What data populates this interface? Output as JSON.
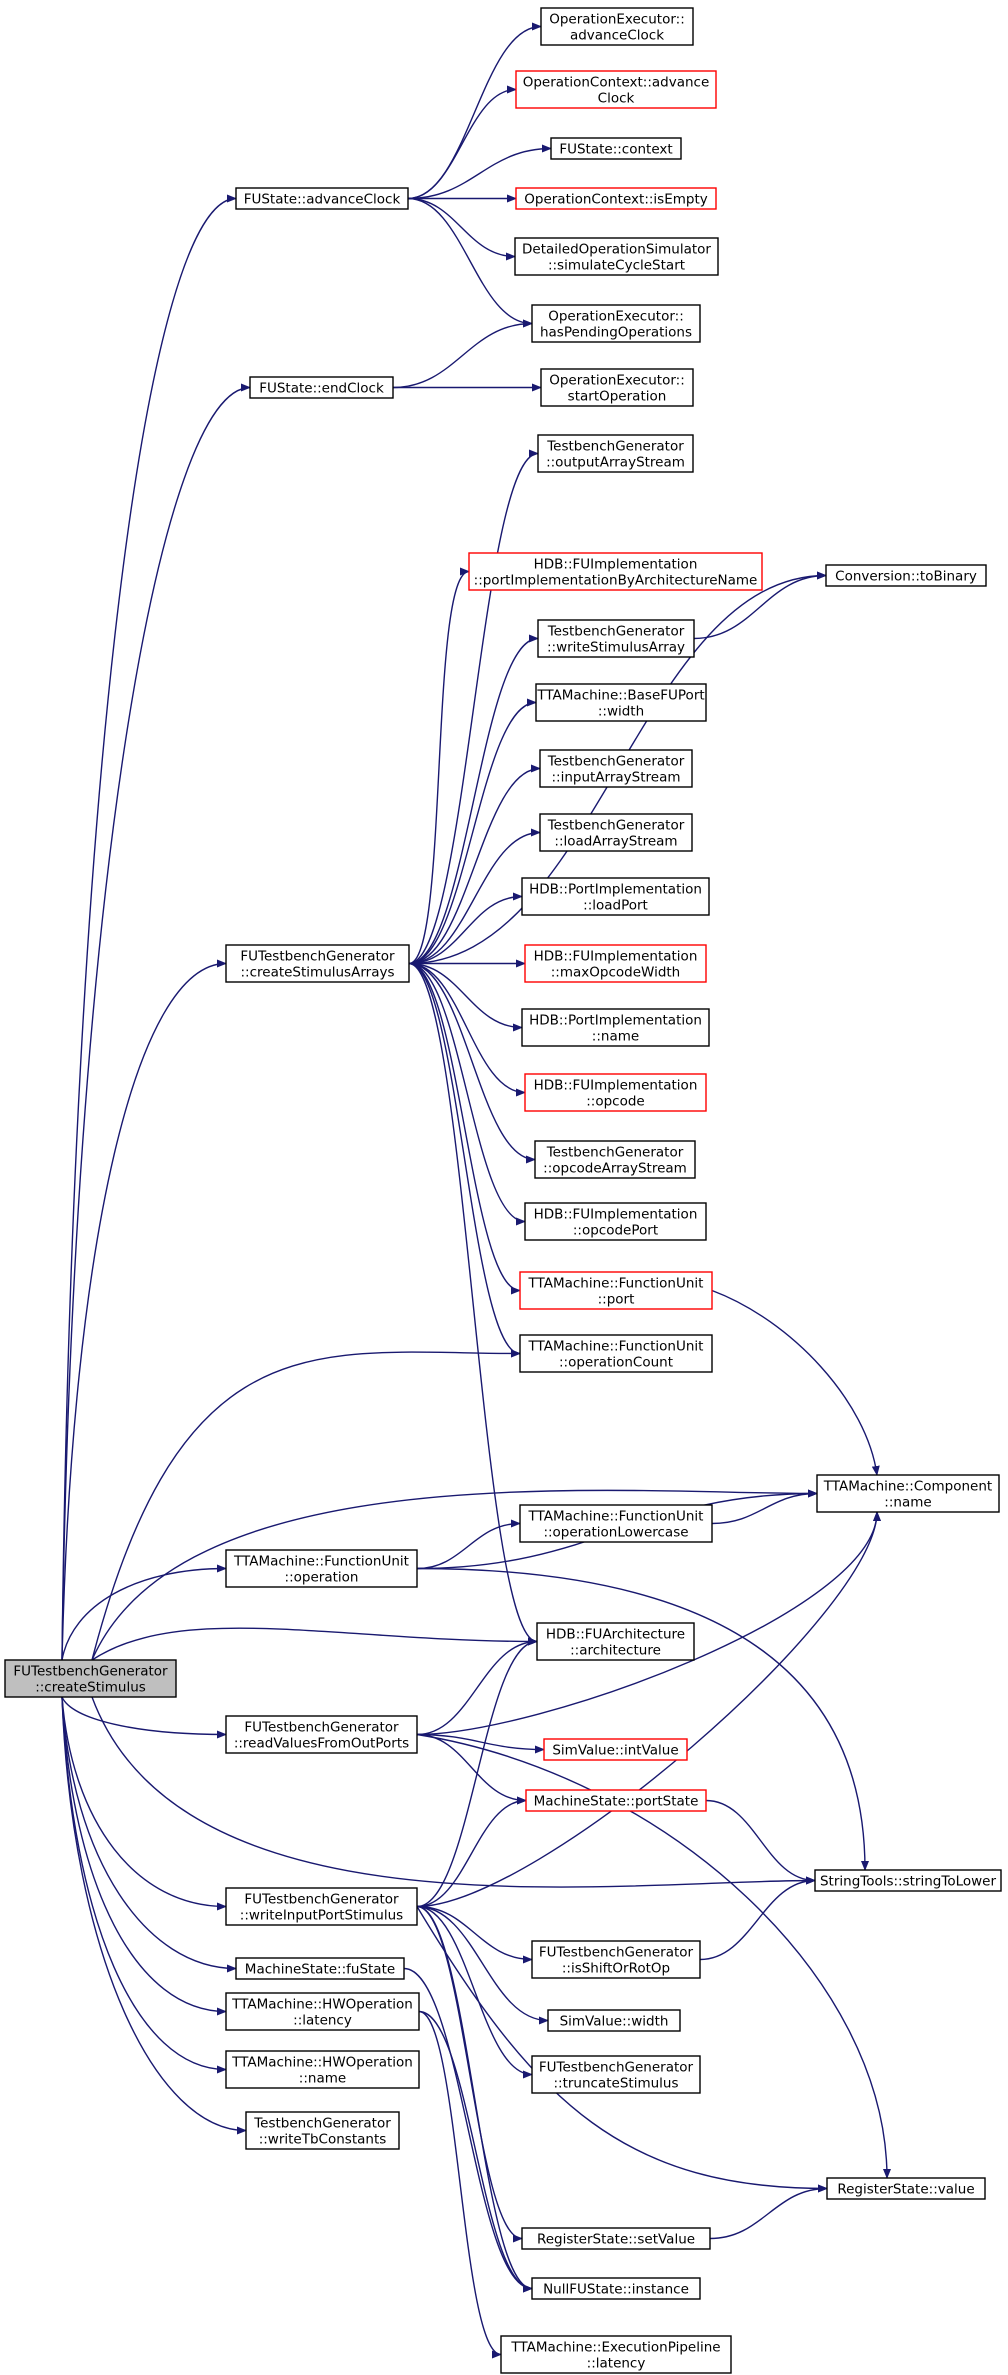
{
  "colors": {
    "edge": "#191970",
    "node_border": "#000000",
    "node_border_incomplete": "#ff0000",
    "root_fill": "#bfbfbf",
    "node_fill": "#ffffff"
  },
  "nodes": [
    {
      "id": "root",
      "lines": [
        "FUTestbenchGenerator",
        "::createStimulus"
      ],
      "style": "root"
    },
    {
      "id": "adv",
      "lines": [
        "FUState::advanceClock"
      ],
      "style": "normal"
    },
    {
      "id": "end",
      "lines": [
        "FUState::endClock"
      ],
      "style": "normal"
    },
    {
      "id": "csa",
      "lines": [
        "FUTestbenchGenerator",
        "::createStimulusArrays"
      ],
      "style": "normal"
    },
    {
      "id": "fuop",
      "lines": [
        "TTAMachine::FunctionUnit",
        "::operation"
      ],
      "style": "normal"
    },
    {
      "id": "rvop",
      "lines": [
        "FUTestbenchGenerator",
        "::readValuesFromOutPorts"
      ],
      "style": "normal"
    },
    {
      "id": "wips",
      "lines": [
        "FUTestbenchGenerator",
        "::writeInputPortStimulus"
      ],
      "style": "normal"
    },
    {
      "id": "msfu",
      "lines": [
        "MachineState::fuState"
      ],
      "style": "normal"
    },
    {
      "id": "hwlat",
      "lines": [
        "TTAMachine::HWOperation",
        "::latency"
      ],
      "style": "normal"
    },
    {
      "id": "hwname",
      "lines": [
        "TTAMachine::HWOperation",
        "::name"
      ],
      "style": "normal"
    },
    {
      "id": "wtbc",
      "lines": [
        "TestbenchGenerator",
        "::writeTbConstants"
      ],
      "style": "normal"
    },
    {
      "id": "oeadv",
      "lines": [
        "OperationExecutor::",
        "advanceClock"
      ],
      "style": "normal"
    },
    {
      "id": "ocadv",
      "lines": [
        "OperationContext::advance",
        "Clock"
      ],
      "style": "incomplete"
    },
    {
      "id": "fusctx",
      "lines": [
        "FUState::context"
      ],
      "style": "normal"
    },
    {
      "id": "ocempty",
      "lines": [
        "OperationContext::isEmpty"
      ],
      "style": "incomplete"
    },
    {
      "id": "dos",
      "lines": [
        "DetailedOperationSimulator",
        "::simulateCycleStart"
      ],
      "style": "normal"
    },
    {
      "id": "oehas",
      "lines": [
        "OperationExecutor::",
        "hasPendingOperations"
      ],
      "style": "normal"
    },
    {
      "id": "oestart",
      "lines": [
        "OperationExecutor::",
        "startOperation"
      ],
      "style": "normal"
    },
    {
      "id": "tgout",
      "lines": [
        "TestbenchGenerator",
        "::outputArrayStream"
      ],
      "style": "normal"
    },
    {
      "id": "hdbpi",
      "lines": [
        "HDB::FUImplementation",
        "::portImplementationByArchitectureName"
      ],
      "style": "incomplete"
    },
    {
      "id": "conv",
      "lines": [
        "Conversion::toBinary"
      ],
      "style": "normal"
    },
    {
      "id": "tgwsa",
      "lines": [
        "TestbenchGenerator",
        "::writeStimulusArray"
      ],
      "style": "normal"
    },
    {
      "id": "bfuw",
      "lines": [
        "TTAMachine::BaseFUPort",
        "::width"
      ],
      "style": "normal"
    },
    {
      "id": "tgin",
      "lines": [
        "TestbenchGenerator",
        "::inputArrayStream"
      ],
      "style": "normal"
    },
    {
      "id": "tgload",
      "lines": [
        "TestbenchGenerator",
        "::loadArrayStream"
      ],
      "style": "normal"
    },
    {
      "id": "pilp",
      "lines": [
        "HDB::PortImplementation",
        "::loadPort"
      ],
      "style": "normal"
    },
    {
      "id": "fuimax",
      "lines": [
        "HDB::FUImplementation",
        "::maxOpcodeWidth"
      ],
      "style": "incomplete"
    },
    {
      "id": "piname",
      "lines": [
        "HDB::PortImplementation",
        "::name"
      ],
      "style": "normal"
    },
    {
      "id": "fuiop",
      "lines": [
        "HDB::FUImplementation",
        "::opcode"
      ],
      "style": "incomplete"
    },
    {
      "id": "tgopc",
      "lines": [
        "TestbenchGenerator",
        "::opcodeArrayStream"
      ],
      "style": "normal"
    },
    {
      "id": "fuiopp",
      "lines": [
        "HDB::FUImplementation",
        "::opcodePort"
      ],
      "style": "normal"
    },
    {
      "id": "fuport",
      "lines": [
        "TTAMachine::FunctionUnit",
        "::port"
      ],
      "style": "incomplete"
    },
    {
      "id": "fuopc",
      "lines": [
        "TTAMachine::FunctionUnit",
        "::operationCount"
      ],
      "style": "normal"
    },
    {
      "id": "compname",
      "lines": [
        "TTAMachine::Component",
        "::name"
      ],
      "style": "normal"
    },
    {
      "id": "fuoplc",
      "lines": [
        "TTAMachine::FunctionUnit",
        "::operationLowercase"
      ],
      "style": "normal"
    },
    {
      "id": "fuarch",
      "lines": [
        "HDB::FUArchitecture",
        "::architecture"
      ],
      "style": "normal"
    },
    {
      "id": "svint",
      "lines": [
        "SimValue::intValue"
      ],
      "style": "incomplete"
    },
    {
      "id": "msport",
      "lines": [
        "MachineState::portState"
      ],
      "style": "incomplete"
    },
    {
      "id": "stlow",
      "lines": [
        "StringTools::stringToLower"
      ],
      "style": "normal"
    },
    {
      "id": "isshift",
      "lines": [
        "FUTestbenchGenerator",
        "::isShiftOrRotOp"
      ],
      "style": "normal"
    },
    {
      "id": "svwidth",
      "lines": [
        "SimValue::width"
      ],
      "style": "normal"
    },
    {
      "id": "trunc",
      "lines": [
        "FUTestbenchGenerator",
        "::truncateStimulus"
      ],
      "style": "normal"
    },
    {
      "id": "rsval",
      "lines": [
        "RegisterState::value"
      ],
      "style": "normal"
    },
    {
      "id": "rsset",
      "lines": [
        "RegisterState::setValue"
      ],
      "style": "normal"
    },
    {
      "id": "nullfu",
      "lines": [
        "NullFUState::instance"
      ],
      "style": "normal"
    },
    {
      "id": "eplat",
      "lines": [
        "TTAMachine::ExecutionPipeline",
        "::latency"
      ],
      "style": "normal"
    }
  ],
  "edges": [
    [
      "root",
      "adv"
    ],
    [
      "root",
      "end"
    ],
    [
      "root",
      "csa"
    ],
    [
      "root",
      "fuopc"
    ],
    [
      "root",
      "compname"
    ],
    [
      "root",
      "fuop"
    ],
    [
      "root",
      "fuarch"
    ],
    [
      "root",
      "rvop"
    ],
    [
      "root",
      "wips"
    ],
    [
      "root",
      "stlow"
    ],
    [
      "root",
      "msfu"
    ],
    [
      "root",
      "hwlat"
    ],
    [
      "root",
      "hwname"
    ],
    [
      "root",
      "wtbc"
    ],
    [
      "adv",
      "oeadv"
    ],
    [
      "adv",
      "ocadv"
    ],
    [
      "adv",
      "fusctx"
    ],
    [
      "adv",
      "ocempty"
    ],
    [
      "adv",
      "dos"
    ],
    [
      "adv",
      "oehas"
    ],
    [
      "end",
      "oehas"
    ],
    [
      "end",
      "oestart"
    ],
    [
      "csa",
      "tgout"
    ],
    [
      "csa",
      "conv"
    ],
    [
      "csa",
      "hdbpi"
    ],
    [
      "csa",
      "tgwsa"
    ],
    [
      "csa",
      "bfuw"
    ],
    [
      "csa",
      "tgin"
    ],
    [
      "csa",
      "tgload"
    ],
    [
      "csa",
      "pilp"
    ],
    [
      "csa",
      "fuimax"
    ],
    [
      "csa",
      "piname"
    ],
    [
      "csa",
      "fuiop"
    ],
    [
      "csa",
      "tgopc"
    ],
    [
      "csa",
      "fuiopp"
    ],
    [
      "csa",
      "fuport"
    ],
    [
      "csa",
      "fuopc"
    ],
    [
      "csa",
      "fuarch"
    ],
    [
      "tgwsa",
      "conv"
    ],
    [
      "fuport",
      "compname"
    ],
    [
      "fuop",
      "compname"
    ],
    [
      "fuop",
      "fuoplc"
    ],
    [
      "fuop",
      "stlow"
    ],
    [
      "fuoplc",
      "compname"
    ],
    [
      "rvop",
      "fuarch"
    ],
    [
      "rvop",
      "compname"
    ],
    [
      "rvop",
      "svint"
    ],
    [
      "rvop",
      "msport"
    ],
    [
      "rvop",
      "rsval"
    ],
    [
      "msport",
      "stlow"
    ],
    [
      "wips",
      "fuarch"
    ],
    [
      "wips",
      "msport"
    ],
    [
      "wips",
      "compname"
    ],
    [
      "wips",
      "isshift"
    ],
    [
      "wips",
      "svwidth"
    ],
    [
      "wips",
      "trunc"
    ],
    [
      "wips",
      "rsval"
    ],
    [
      "wips",
      "rsset"
    ],
    [
      "wips",
      "nullfu"
    ],
    [
      "isshift",
      "stlow"
    ],
    [
      "rsset",
      "rsval"
    ],
    [
      "msfu",
      "nullfu"
    ],
    [
      "hwlat",
      "eplat"
    ],
    [
      "hwlat",
      "nullfu"
    ]
  ]
}
